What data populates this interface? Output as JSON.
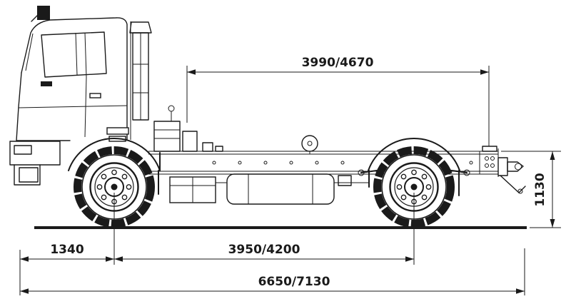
{
  "diagram": {
    "line_color": "#1a1a1a",
    "background_color": "#ffffff",
    "dimensions": {
      "upper_span": "3990/4670",
      "frame_height": "1130",
      "front_overhang": "1340",
      "wheelbase": "3950/4200",
      "overall_length": "6650/7130"
    }
  }
}
